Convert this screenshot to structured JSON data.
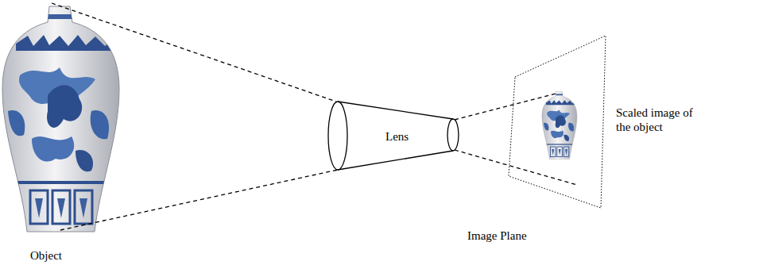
{
  "diagram": {
    "nodes": [
      {
        "text": [
          "Lens"
        ]
      }
    ],
    "labels": [
      "Scaled image of the object",
      "Image Plane",
      "Object"
    ]
  }
}
